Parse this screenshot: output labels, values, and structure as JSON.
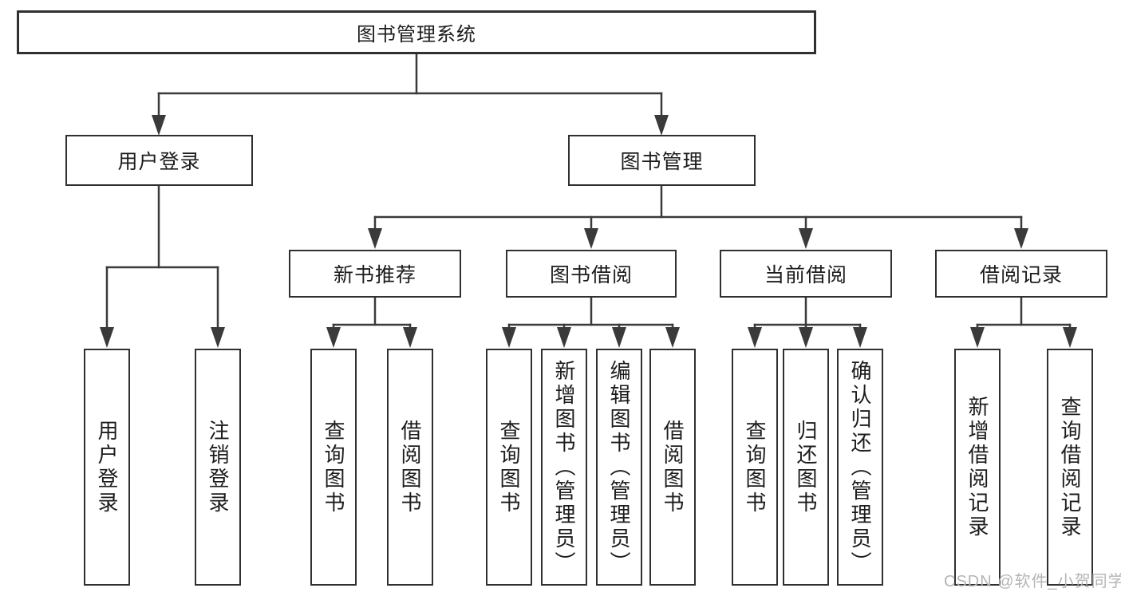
{
  "diagram": {
    "root": {
      "label": "图书管理系统"
    },
    "level2": [
      {
        "id": "user-login-branch",
        "label": "用户登录"
      },
      {
        "id": "book-management",
        "label": "图书管理"
      }
    ],
    "level3": [
      {
        "id": "new-book-recommend",
        "parent": "图书管理",
        "label": "新书推荐"
      },
      {
        "id": "book-borrow",
        "parent": "图书管理",
        "label": "图书借阅"
      },
      {
        "id": "current-borrow",
        "parent": "图书管理",
        "label": "当前借阅"
      },
      {
        "id": "borrow-record",
        "parent": "图书管理",
        "label": "借阅记录"
      }
    ],
    "leaves": [
      {
        "id": "user-login",
        "parent": "用户登录",
        "label": "用户登录"
      },
      {
        "id": "logout",
        "parent": "用户登录",
        "label": "注销登录"
      },
      {
        "id": "query-books-recommend",
        "parent": "新书推荐",
        "label": "查询图书"
      },
      {
        "id": "borrow-books-recommend",
        "parent": "新书推荐",
        "label": "借阅图书"
      },
      {
        "id": "query-books-borrow",
        "parent": "图书借阅",
        "label": "查询图书"
      },
      {
        "id": "add-books-admin",
        "parent": "图书借阅",
        "label": "新增图书（管理员）"
      },
      {
        "id": "edit-books-admin",
        "parent": "图书借阅",
        "label": "编辑图书（管理员）"
      },
      {
        "id": "borrow-books",
        "parent": "图书借阅",
        "label": "借阅图书"
      },
      {
        "id": "query-books-current",
        "parent": "当前借阅",
        "label": "查询图书"
      },
      {
        "id": "return-books",
        "parent": "当前借阅",
        "label": "归还图书"
      },
      {
        "id": "confirm-return-admin",
        "parent": "当前借阅",
        "label": "确认归还（管理员）"
      },
      {
        "id": "add-borrow-record",
        "parent": "借阅记录",
        "label": "新增借阅记录"
      },
      {
        "id": "query-borrow-record",
        "parent": "借阅记录",
        "label": "查询借阅记录"
      }
    ],
    "watermark": "CSDN @软件_小贺同学",
    "colors": {
      "line": "#3a3a3a",
      "border": "#303030",
      "text": "#1c1c1c",
      "background": "#ffffff",
      "watermark": "#b5b5b5"
    }
  }
}
